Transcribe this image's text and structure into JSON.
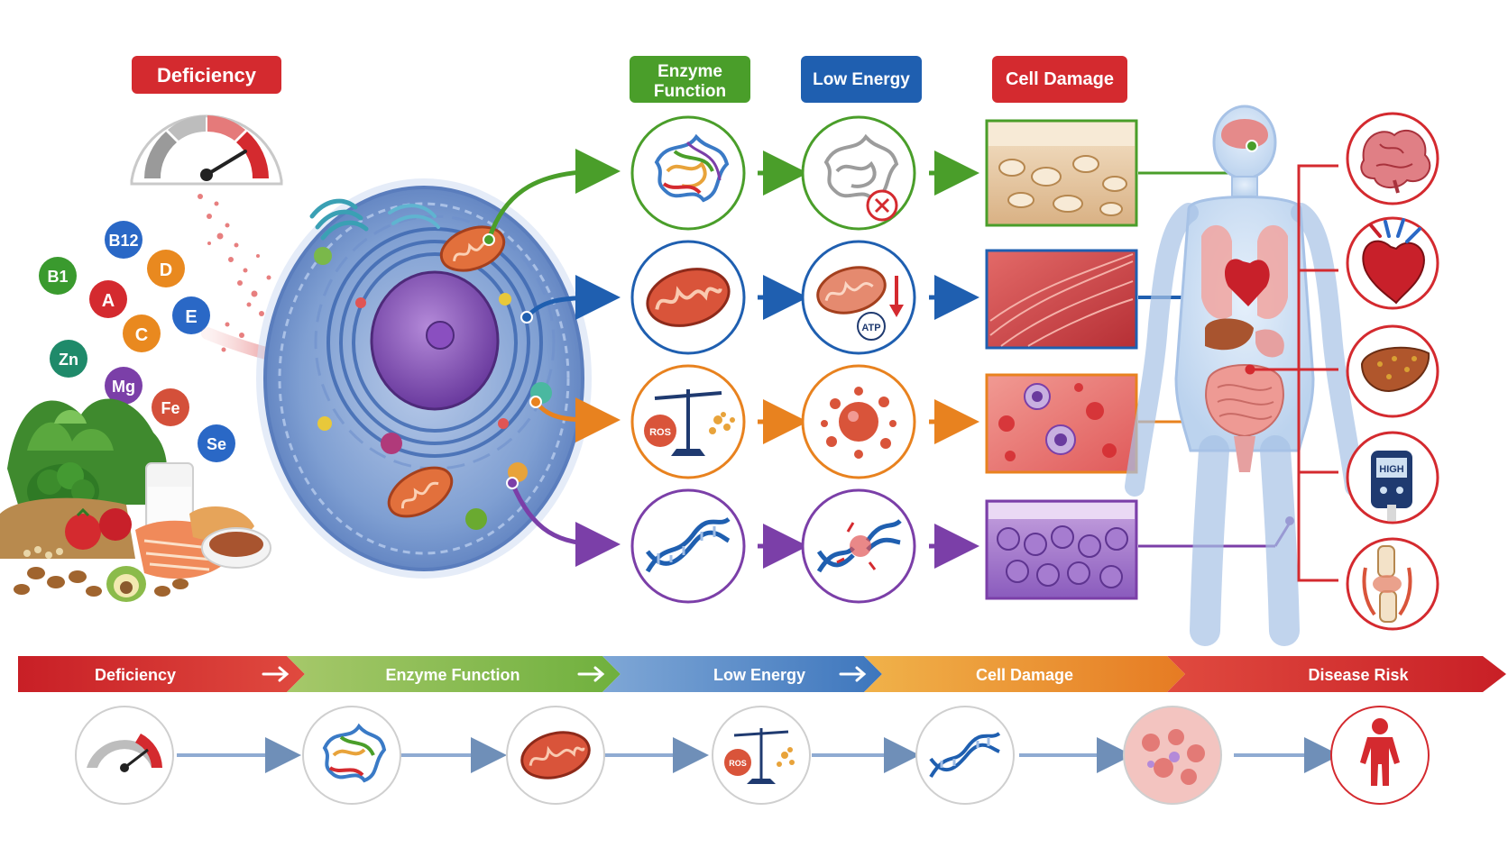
{
  "headers": {
    "deficiency": "Deficiency",
    "enzyme_line1": "Enzyme",
    "enzyme_line2": "Function",
    "low_energy": "Low Energy",
    "cell_damage": "Cell Damage"
  },
  "nutrients": [
    "B12",
    "B1",
    "D",
    "A",
    "E",
    "C",
    "Zn",
    "Mg",
    "Fe",
    "Se"
  ],
  "icon_text": {
    "atp": "ATP",
    "ros": "ROS",
    "high": "HIGH"
  },
  "timeline": [
    "Deficiency",
    "Enzyme Function",
    "Low Energy",
    "Cell Damage",
    "Disease Risk"
  ],
  "colors": {
    "red": "#d42a2f",
    "green": "#4a9e2a",
    "blue": "#1f5fb0",
    "orange": "#e8821f",
    "purple": "#7b3fa8"
  }
}
